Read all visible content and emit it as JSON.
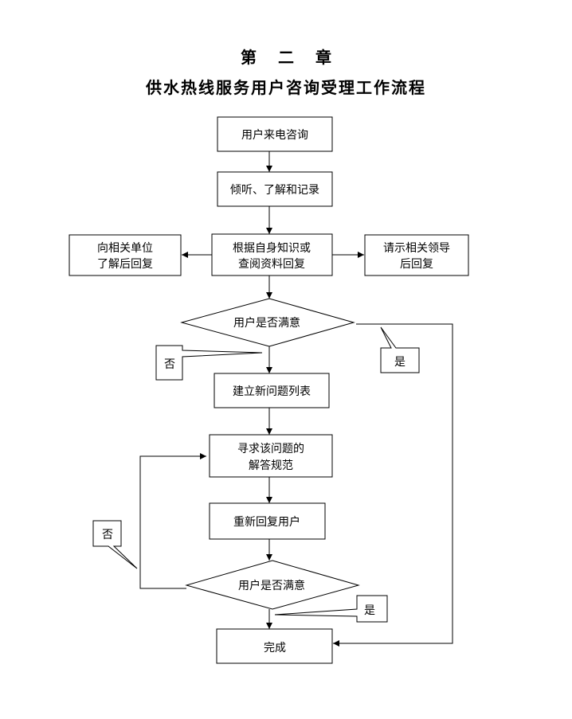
{
  "header": {
    "chapter": "第 二 章",
    "title": "供水热线服务用户咨询受理工作流程"
  },
  "flow": {
    "consult": "用户来电咨询",
    "listen": "倾听、了解和记录",
    "reply_line1": "根据自身知识或",
    "reply_line2": "查阅资料回复",
    "left_line1": "向相关单位",
    "left_line2": "了解后回复",
    "right_line1": "请示相关领导",
    "right_line2": "后回复",
    "decision1": "用户是否满意",
    "new_list": "建立新问题列表",
    "seek_line1": "寻求该问题的",
    "seek_line2": "解答规范",
    "re_reply": "重新回复用户",
    "decision2": "用户是否满意",
    "done": "完成",
    "no1": "否",
    "yes1": "是",
    "no2": "否",
    "yes2": "是"
  }
}
